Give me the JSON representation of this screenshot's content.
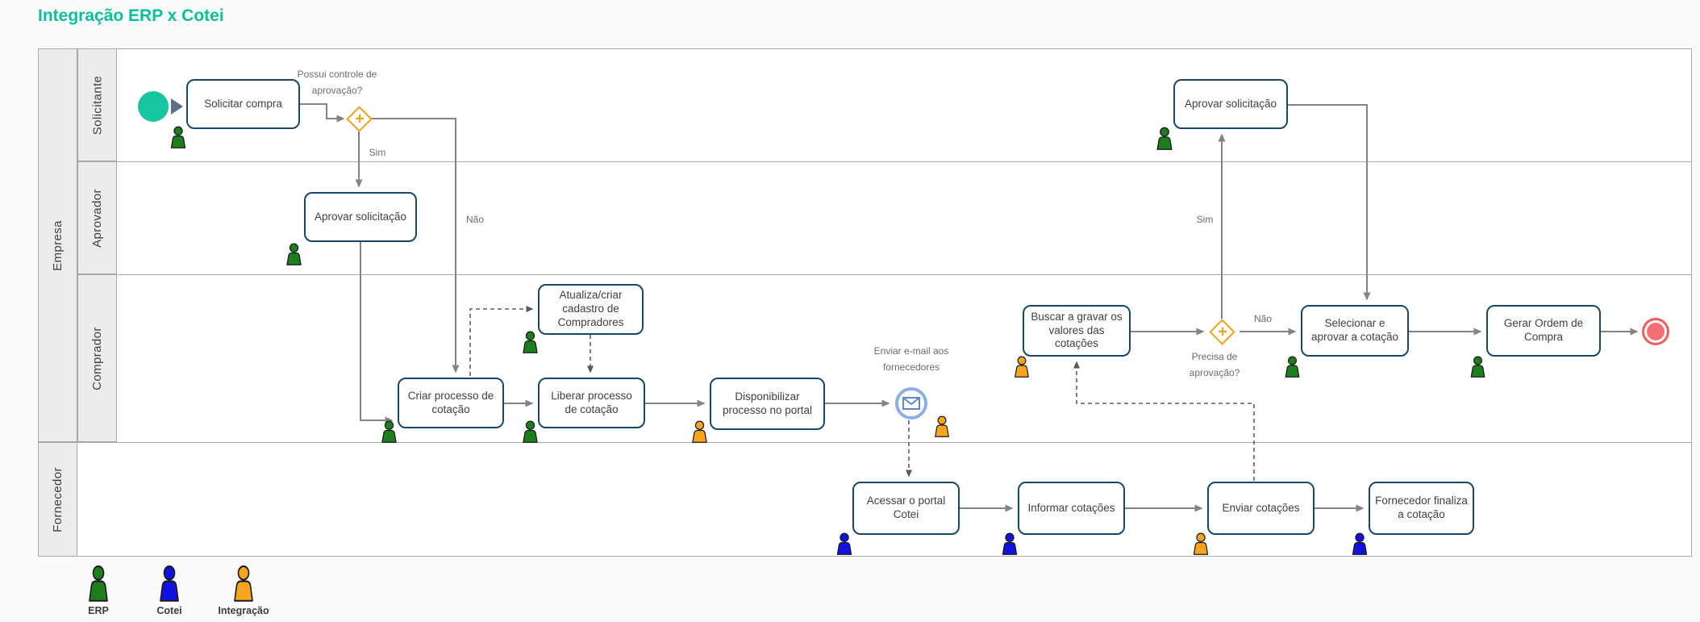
{
  "page": {
    "title": "Integração ERP x Cotei"
  },
  "lanes": {
    "empresa": "Empresa",
    "fornecedor": "Fornecedor",
    "solicitante": "Solicitante",
    "aprovador": "Aprovador",
    "comprador": "Comprador"
  },
  "tasks": {
    "solicitar_compra": "Solicitar compra",
    "aprovar_solicitacao_1": "Aprovar solicitação",
    "atualiza_cadastro": "Atualiza/criar cadastro de Compradores",
    "criar_processo": "Criar processo de cotação",
    "liberar_processo": "Liberar processo de cotação",
    "disponibilizar_portal": "Disponibilizar processo no portal",
    "buscar_gravar": "Buscar a gravar os valores das cotações",
    "aprovar_solicitacao_2": "Aprovar solicitação",
    "selecionar_aprovar": "Selecionar e aprovar a cotação",
    "gerar_ordem": "Gerar Ordem de Compra",
    "acessar_portal": "Acessar o portal Cotei",
    "informar_cotacoes": "Informar cotações",
    "enviar_cotacoes": "Enviar cotações",
    "fornecedor_finaliza": "Fornecedor finaliza a cotação"
  },
  "edge_labels": {
    "q1": "Possui controle de aprovação?",
    "q1_yes": "Sim",
    "q1_no": "Não",
    "q2": "Precisa de aprovação?",
    "q2_yes": "Sim",
    "q2_no": "Não",
    "email": "Enviar e-mail aos fornecedores",
    "gateway_plus": "+"
  },
  "legend": {
    "erp": "ERP",
    "cotei": "Cotei",
    "integracao": "Integração"
  },
  "colors": {
    "title": "#0abf9d",
    "task_border": "#17486b",
    "flow": "#848484",
    "gateway": "#f2a21c",
    "start_event": "#17c6a1",
    "end_event": "#f47070",
    "message_border": "#8cafe6",
    "message_icon": "#5d89cb",
    "erp": "#1c7e1c",
    "cotei": "#1212e0",
    "integracao": "#f7a41f"
  }
}
